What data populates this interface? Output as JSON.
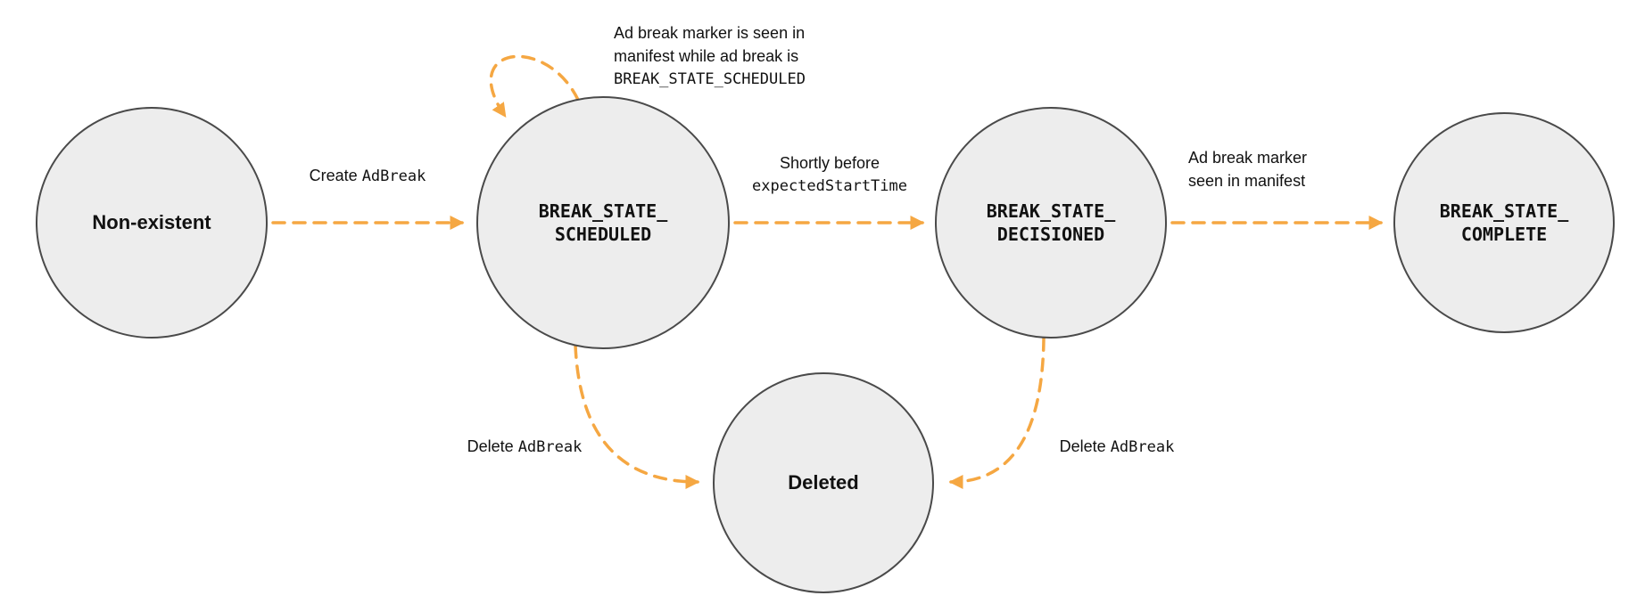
{
  "colors": {
    "accent": "#F5A742",
    "node_fill": "#EDEDED",
    "node_border": "#4A4A4A"
  },
  "states": {
    "non_existent": {
      "label": "Non-existent"
    },
    "scheduled": {
      "line1": "BREAK_STATE_",
      "line2": "SCHEDULED"
    },
    "decisioned": {
      "line1": "BREAK_STATE_",
      "line2": "DECISIONED"
    },
    "complete": {
      "line1": "BREAK_STATE_",
      "line2": "COMPLETE"
    },
    "deleted": {
      "label": "Deleted"
    }
  },
  "transitions": {
    "create": {
      "text": "Create",
      "code": "AdBreak"
    },
    "self_loop": {
      "line1": "Ad break marker is seen in",
      "line2": "manifest while ad break is",
      "code": "BREAK_STATE_SCHEDULED"
    },
    "shortly_before": {
      "text": "Shortly before",
      "code": "expectedStartTime"
    },
    "marker_seen": {
      "line1": "Ad break marker",
      "line2": "seen in manifest"
    },
    "delete_scheduled": {
      "text": "Delete",
      "code": "AdBreak"
    },
    "delete_decisioned": {
      "text": "Delete",
      "code": "AdBreak"
    }
  }
}
